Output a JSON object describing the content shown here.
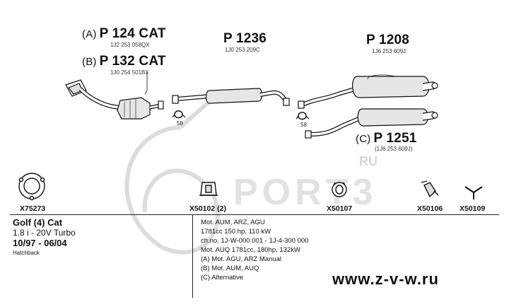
{
  "parts": {
    "p124": {
      "prefix": "(A)",
      "title": "P 124 CAT",
      "code": "1J2 253 058QX"
    },
    "p132": {
      "prefix": "(B)",
      "title": "P 132 CAT",
      "code": "1J0 254 501BX"
    },
    "p1236": {
      "title": "P 1236",
      "code": "1J0 253 209C"
    },
    "p1208": {
      "title": "P 1208",
      "code": "1J6 253 609J"
    },
    "p1251": {
      "prefix": "(C)",
      "title": "P 1251",
      "code": "(1J6 253 609J)"
    }
  },
  "clamp_labels": {
    "left": "58",
    "right": "58"
  },
  "hardware": [
    {
      "id": "X75273",
      "label": "X75273",
      "icon": "gasket-ring-icon"
    },
    {
      "id": "X50102",
      "label": "X50102 (2)",
      "icon": "rubber-mount-icon"
    },
    {
      "id": "X50107",
      "label": "X50107",
      "icon": "hanger-ring-icon"
    },
    {
      "id": "X50106",
      "label": "X50106",
      "icon": "hook-bracket-icon"
    },
    {
      "id": "X50109",
      "label": "X50109",
      "icon": "y-hanger-icon"
    }
  ],
  "vehicle": {
    "model": "Golf (4) Cat",
    "engine": "1.8 i - 20V Turbo",
    "period": "10/97 - 06/04",
    "body": "Hatchback"
  },
  "notes": [
    "Mot. AUM, ARZ, AGU",
    "1781cc 150 hp, 110 kW",
    "ch.no. 1J-W-000 001 - 1J-4-300 000",
    "Mot. AUQ 1781cc, 180hp, 132kW",
    "(A) Mot. AGU, ARZ Manual",
    "(B) Mot. AUM, AUQ",
    "(C) Alternative"
  ],
  "watermark": {
    "brand": "PORT3",
    "ru": "RU"
  },
  "website": "www.z-v-w.ru"
}
